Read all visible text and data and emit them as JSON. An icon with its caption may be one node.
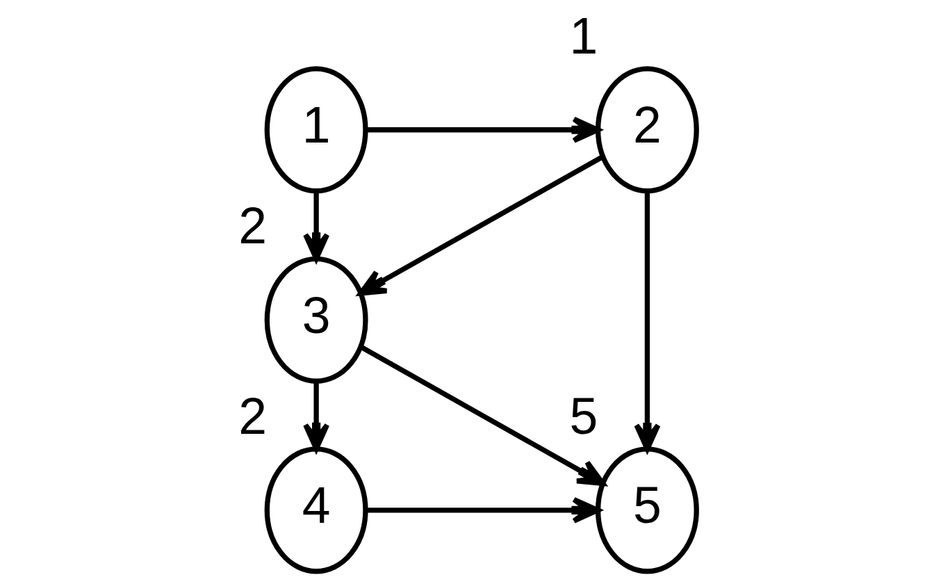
{
  "diagram": {
    "nodes": [
      {
        "text": [
          "1"
        ]
      },
      {
        "text": [
          "2"
        ],
        "beside": [
          "1"
        ]
      },
      {
        "text": [
          "3"
        ],
        "beside": [
          "2"
        ]
      },
      {
        "text": [
          "4"
        ],
        "beside": [
          "2"
        ]
      },
      {
        "text": [
          "5"
        ],
        "beside": [
          "5"
        ]
      }
    ],
    "edges": [
      {
        "from": 0,
        "to": 1,
        "arrow": "to"
      },
      {
        "from": 0,
        "to": 2,
        "arrow": "to"
      },
      {
        "from": 1,
        "to": 2,
        "arrow": "to"
      },
      {
        "from": 1,
        "to": 4,
        "arrow": "to"
      },
      {
        "from": 2,
        "to": 3,
        "arrow": "to"
      },
      {
        "from": 2,
        "to": 4,
        "arrow": "to"
      },
      {
        "from": 3,
        "to": 4,
        "arrow": "to"
      }
    ]
  }
}
